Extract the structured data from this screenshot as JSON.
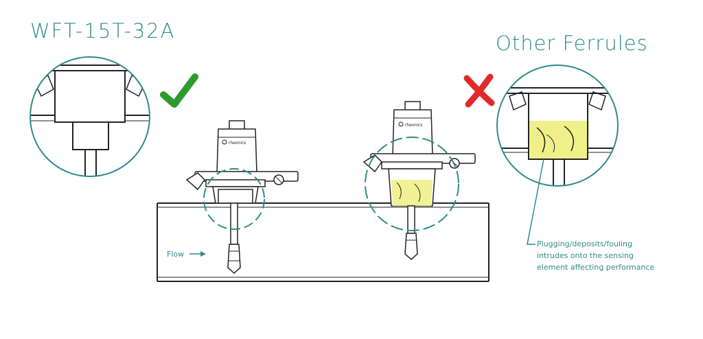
{
  "title_left": "WFT-15T-32A",
  "title_right": "Other Ferrules",
  "flow_label": "Flow",
  "note_lines": [
    "Plugging/deposits/fouling",
    "intrudes onto the sensing",
    "element affecting performance"
  ],
  "colors": {
    "accent": "#2f8a8a",
    "check": "#2e9a2e",
    "cross": "#e02a2a",
    "highlight": "#f0f08a",
    "line": "#222222"
  }
}
